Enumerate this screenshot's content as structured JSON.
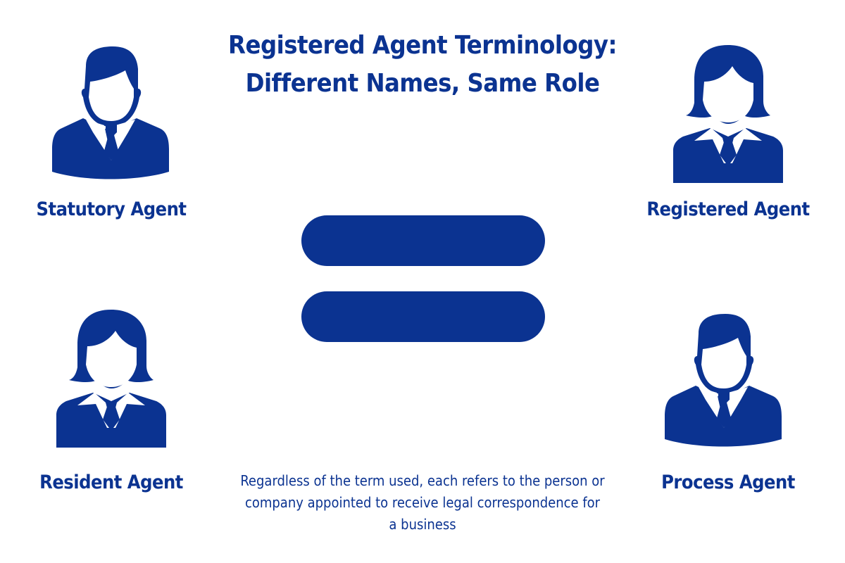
{
  "title": {
    "line1": "Registered Agent Terminology:",
    "line2": "Different Names, Same Role"
  },
  "agents": [
    {
      "label": "Statutory Agent",
      "icon": "male-businessperson-icon"
    },
    {
      "label": "Registered Agent",
      "icon": "female-businessperson-icon"
    },
    {
      "label": "Resident Agent",
      "icon": "female-businessperson-icon"
    },
    {
      "label": "Process Agent",
      "icon": "male-businessperson-icon"
    }
  ],
  "center_symbol": "equals-sign",
  "caption": "Regardless of the term used, each refers to the person or company appointed to receive legal correspondence for a business",
  "colors": {
    "primary": "#0b3391",
    "background": "#ffffff"
  }
}
